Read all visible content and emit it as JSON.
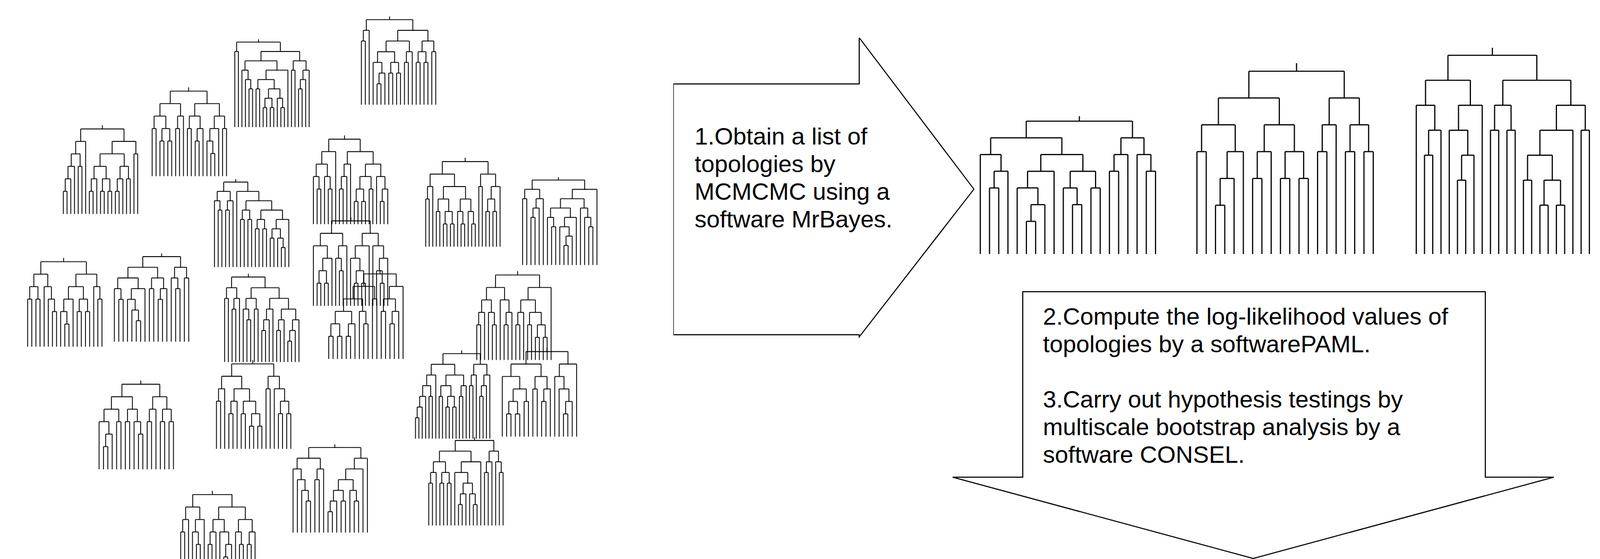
{
  "diagram": {
    "nodes": [
      {
        "text": [
          "1.Obtain a list of topologies by MCMCMC using a software MrBayes."
        ]
      },
      {
        "text": [
          "2.Compute the log-likelihood values of topologies by a softwarePAML.",
          "3.Carry out hypothesis testings by multiscale bootstrap analysis by a software CONSEL."
        ]
      }
    ]
  }
}
